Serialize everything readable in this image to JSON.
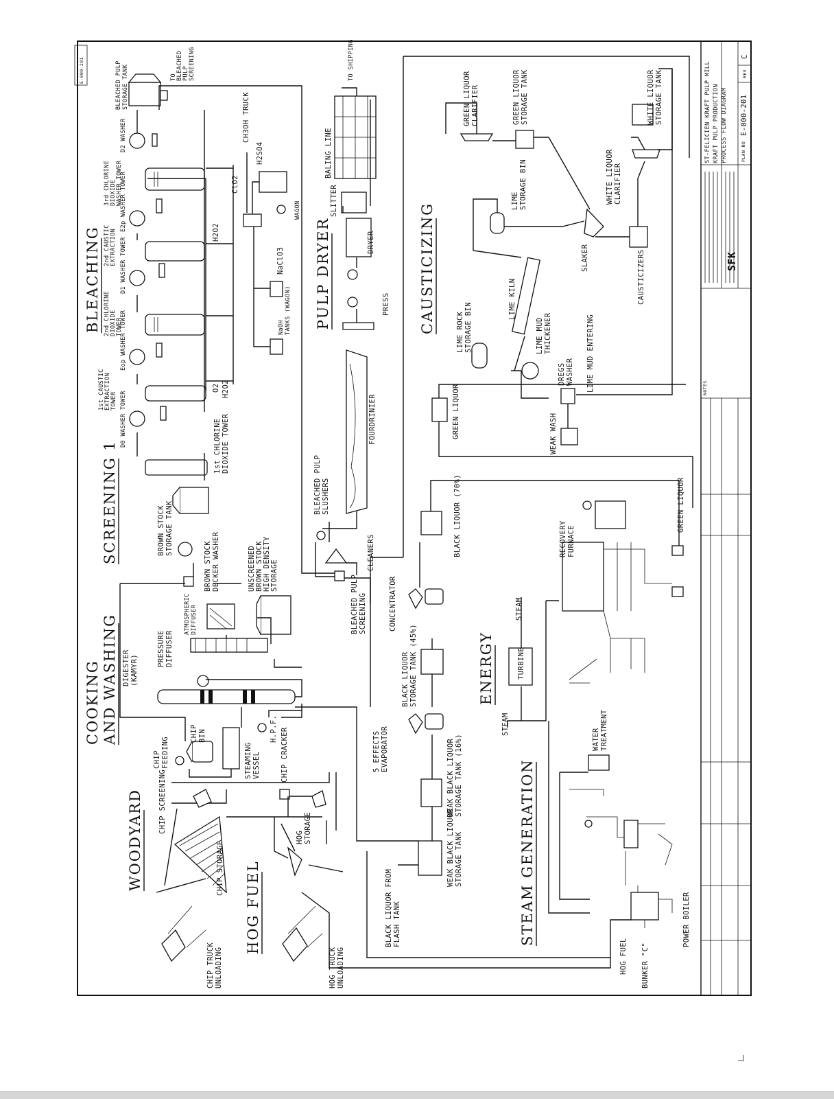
{
  "drawing_number_tab": "E-000-201",
  "sections": {
    "bleaching": "BLEACHING",
    "screening": "SCREENING 1",
    "cooking_line1": "COOKING",
    "cooking_line2": "AND WASHING",
    "woodyard": "WOODYARD",
    "hog_fuel": "HOG FUEL",
    "pulp_dryer": "PULP DRYER",
    "causticizing": "CAUSTICIZING",
    "energy": "ENERGY",
    "steam_generation": "STEAM GENERATION"
  },
  "labels": {
    "bleached_pulp_storage_tank": [
      "BLEACHED PULP",
      "STORAGE TANK"
    ],
    "to_bleached_pulp_screening": [
      "TO",
      "BLEACHED",
      "PULP",
      "SCREENING"
    ],
    "to_shipping": "TO SHIPPING",
    "d2_washer": "D2 WASHER",
    "third_chlorine_dioxide_tower": [
      "3rd CHLORINE",
      "DIOXIDE",
      "WASHER TOWER"
    ],
    "e2p_washer": "E2p WASHER TOWER",
    "second_caustic_extraction": [
      "2nd CAUSTIC",
      "EXTRACTION"
    ],
    "d1_washer": "D1 WASHER TOWER",
    "second_chlorine_dioxide": [
      "2nd CHLORINE",
      "DIOXIDE",
      "TOWER"
    ],
    "eop_washer": "Eop WASHER TOWER",
    "first_caustic_extraction": [
      "1st CAUSTIC",
      "EXTRACTION",
      "TOWER"
    ],
    "d0_washer": "D0 WASHER TOWER",
    "first_chlorine_dioxide_tower": [
      "1st CHLORINE",
      "DIOXIDE TOWER"
    ],
    "ch3oh_truck": "CH3OH TRUCK",
    "h2so4": "H2SO4",
    "clo2": "ClO2",
    "wagon": "WAGON",
    "h2o2_a": "H2O2",
    "naclo3": "NaClO3",
    "naoh_tanks": [
      "NaOH",
      "TANKS (WAGON)"
    ],
    "o2": "O2",
    "h2o2_b": "H2O2",
    "baling_line": "BALING LINE",
    "slitter": "SLITTER",
    "dryer": "DRYER",
    "press": "PRESS",
    "fourdrinier": "FOURDRINIER",
    "bleached_pulp_slushers": [
      "BLEACHED PULP",
      "SLUSHERS"
    ],
    "cleaners": "CLEANERS",
    "bleached_pulp_screening": [
      "BLEACHED PULP",
      "SCREENING"
    ],
    "brown_stock_storage_tank": [
      "BROWN STOCK",
      "STORAGE TANK"
    ],
    "brown_stock_decker_washer": [
      "BROWN STOCK",
      "DECKER WASHER"
    ],
    "unscreened_brown_stock": [
      "UNSCREENED",
      "BROWN STOCK",
      "HIGH DENSITY",
      "STORAGE"
    ],
    "atmospheric_diffuser": [
      "ATMOSPHERIC",
      "DIFFUSER"
    ],
    "pressure_diffuser": [
      "PRESSURE",
      "DIFFUSER"
    ],
    "digester": [
      "DIGESTER",
      "(KAMYR)"
    ],
    "chip_bin": [
      "CHIP",
      "BIN"
    ],
    "chip_feeding": [
      "CHIP",
      "FEEDING"
    ],
    "steaming_vessel": [
      "STEAMING",
      "VESSEL"
    ],
    "hpf": "H.P.F.",
    "chip_cracker": "CHIP CRACKER",
    "chip_screening": "CHIP SCREENING",
    "chip_storage": "CHIP STORAGE",
    "hog_storage": [
      "HOG",
      "STORAGE"
    ],
    "chip_truck_unloading": [
      "CHIP TRUCK",
      "UNLOADING"
    ],
    "hog_truck_unloading": [
      "HOG TRUCK",
      "UNLOADING"
    ],
    "concentrator": "CONCENTRATOR",
    "black_liquor_70": "BLACK LIQUOR (70%)",
    "black_liquor_storage_45": [
      "BLACK LIQUOR",
      "STORAGE TANK (45%)"
    ],
    "five_effects_evaporator": [
      "5 EFFECTS",
      "EVAPORATOR"
    ],
    "weak_black_liquor_16": [
      "WEAK BLACK LIQUOR",
      "STORAGE TANK (16%)"
    ],
    "weak_black_liquor_storage": [
      "WEAK BLACK LIQUOR",
      "STORAGE TANK"
    ],
    "black_liquor_from_flash": [
      "BLACK LIQUOR FROM",
      "FLASH TANK"
    ],
    "green_liquor_clarifier": [
      "GREEN LIQUOR",
      "CLARIFIER"
    ],
    "green_liquor_storage_tank": [
      "GREEN LIQUOR",
      "STORAGE TANK"
    ],
    "lime_storage_bin": [
      "LIME",
      "STORAGE BIN"
    ],
    "white_liquor_clarifier": [
      "WHITE LIQUOR",
      "CLARIFIER"
    ],
    "white_liquor_storage_tank": [
      "WHITE LIQUOR",
      "STORAGE TANK"
    ],
    "slaker": "SLAKER",
    "causticizers": "CAUSTICIZERS",
    "lime_kiln": "LIME KILN",
    "lime_rock_storage_bin": [
      "LIME ROCK",
      "STORAGE BIN"
    ],
    "lime_mud_thickener": [
      "LIME MUD",
      "THICKENER"
    ],
    "dregs_washer": [
      "DREGS",
      "WASHER"
    ],
    "lime_mud_entering": "LIME MUD ENTERING",
    "green_liquor_a": "GREEN LIQUOR",
    "weak_wash": "WEAK WASH",
    "green_liquor_b": "GREEN LIQUOR",
    "recovery_furnace": [
      "RECOVERY",
      "FURNACE"
    ],
    "steam_a": "STEAM",
    "turbine": "TURBINE",
    "steam_b": "STEAM",
    "water_treatment": [
      "WATER",
      "TREATMENT"
    ],
    "power_boiler": "POWER BOILER",
    "hog_fuel_label": "HOG FUEL",
    "bunker_c": "BUNKER \"C\""
  },
  "title_block": {
    "mill": "ST-FELICIEN KRAFT PULP MILL",
    "title_line1": "KRAFT PULP PRODUCTION",
    "title_line2": "PROCESS FLOW DIAGRAM",
    "logo": "SFK",
    "plan_no_label": "PLAN NO",
    "plan_no": "E-000-201",
    "rev_label": "REV",
    "rev": "C",
    "notes_label": "NOTES"
  }
}
